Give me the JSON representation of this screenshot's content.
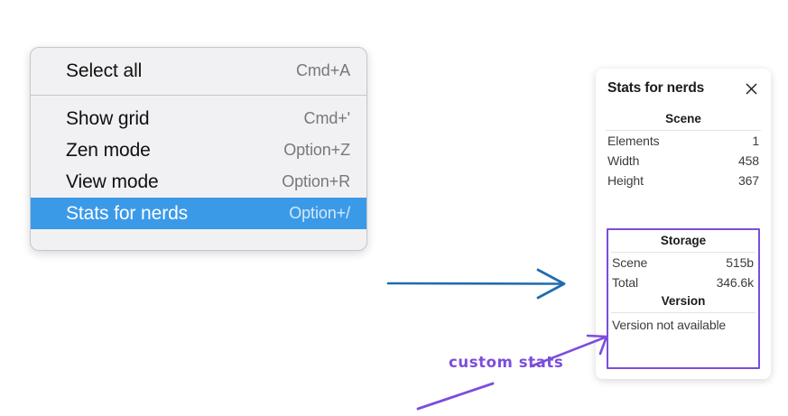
{
  "context_menu": {
    "name": "canvas-context-menu",
    "groups": [
      {
        "items": [
          {
            "label": "Select all",
            "shortcut": "Cmd+A",
            "selected": false
          }
        ]
      },
      {
        "items": [
          {
            "label": "Show grid",
            "shortcut": "Cmd+'",
            "selected": false
          },
          {
            "label": "Zen mode",
            "shortcut": "Option+Z",
            "selected": false
          },
          {
            "label": "View mode",
            "shortcut": "Option+R",
            "selected": false
          },
          {
            "label": "Stats for nerds",
            "shortcut": "Option+/",
            "selected": true
          }
        ]
      }
    ]
  },
  "stats_panel": {
    "title": "Stats for nerds",
    "close_icon": "close-icon",
    "scene": {
      "section_title": "Scene",
      "rows": [
        {
          "key": "Elements",
          "value": "1"
        },
        {
          "key": "Width",
          "value": "458"
        },
        {
          "key": "Height",
          "value": "367"
        }
      ]
    },
    "storage": {
      "section_title": "Storage",
      "rows": [
        {
          "key": "Scene",
          "value": "515b"
        },
        {
          "key": "Total",
          "value": "346.6k"
        }
      ]
    },
    "version": {
      "section_title": "Version",
      "text": "Version not available"
    }
  },
  "annotations": {
    "custom_stats_label": "custom stats",
    "blue_arrow_name": "blue-pointer-arrow",
    "purple_arrow_name": "purple-pointer-arrow",
    "purple_underline_name": "purple-underline-stroke",
    "highlight_box_name": "custom-stats-highlight-box"
  },
  "colors": {
    "menu_background": "#f1f1f3",
    "menu_border": "#c3c7cc",
    "selection_blue": "#3b9ae8",
    "annotation_purple": "#7c4ddb",
    "annotation_blue": "#1f6cb0",
    "panel_background": "#ffffff",
    "text_primary": "#101010",
    "text_muted": "#76787c"
  }
}
